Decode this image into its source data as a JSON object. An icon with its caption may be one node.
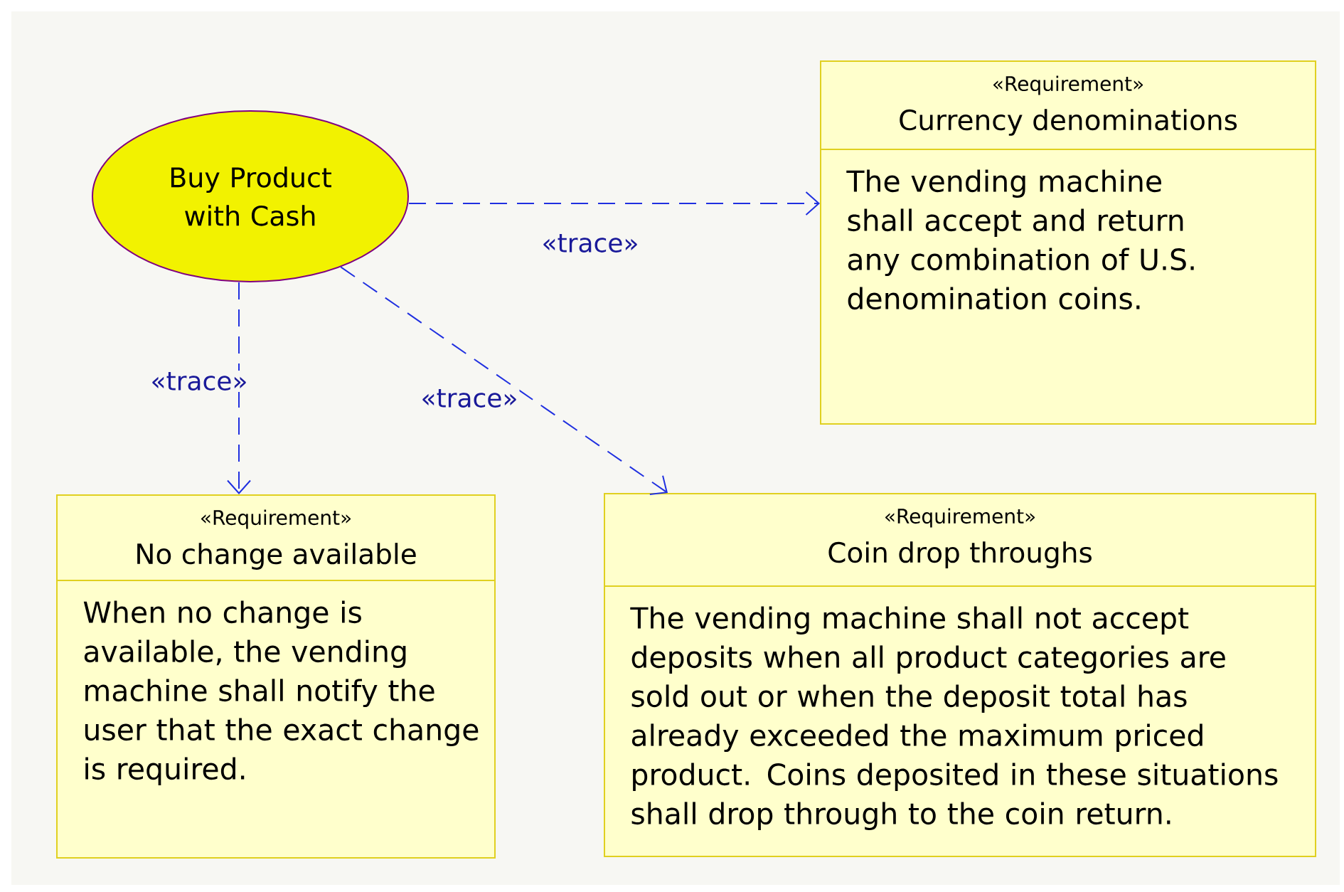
{
  "diagram": {
    "nodes": [
      {
        "text": [
          "Buy Product with Cash"
        ]
      },
      {
        "text": [
          "«Requirement»",
          "Currency denominations",
          "The vending machine shall accept and return any combination of U.S. denomination coins."
        ]
      },
      {
        "text": [
          "«Requirement»",
          "No change available",
          "When no change is available, the vending machine shall notify the user that the exact change is required."
        ]
      },
      {
        "text": [
          "«Requirement»",
          "Coin drop throughs",
          "The vending machine shall not accept deposits when all product categories are sold out or when the deposit total has already exceeded the maximum priced product. Coins deposited in these situations shall drop through to the coin return."
        ]
      }
    ],
    "edges": [
      {
        "from": 0,
        "to": 1,
        "arrow": "to",
        "label": "«trace»",
        "style": "dashed"
      },
      {
        "from": 0,
        "to": 2,
        "arrow": "to",
        "label": "«trace»",
        "style": "dashed"
      },
      {
        "from": 0,
        "to": 3,
        "arrow": "to",
        "label": "«trace»",
        "style": "dashed"
      }
    ]
  }
}
